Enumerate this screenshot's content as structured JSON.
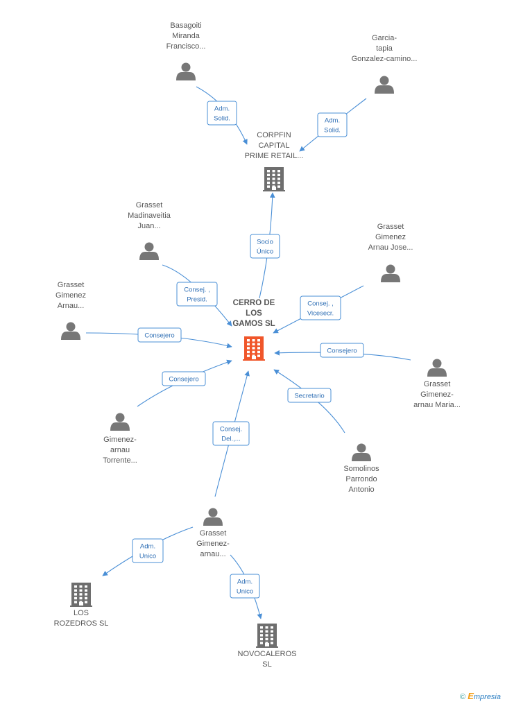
{
  "nodes": [
    {
      "id": "center",
      "kind": "company-main",
      "lines": [
        "CERRO DE",
        "LOS",
        "GAMOS SL"
      ]
    },
    {
      "id": "corpfin",
      "kind": "company",
      "lines": [
        "CORPFIN",
        "CAPITAL",
        "PRIME RETAIL..."
      ]
    },
    {
      "id": "losrozedros",
      "kind": "company",
      "lines": [
        "LOS",
        "ROZEDROS  SL"
      ]
    },
    {
      "id": "novocaleros",
      "kind": "company",
      "lines": [
        "NOVOCALEROS",
        "SL"
      ]
    },
    {
      "id": "basagoiti",
      "kind": "person",
      "lines": [
        "Basagoiti",
        "Miranda",
        "Francisco..."
      ]
    },
    {
      "id": "garciatapia",
      "kind": "person",
      "lines": [
        "Garcia-",
        "tapia",
        "Gonzalez-camino..."
      ]
    },
    {
      "id": "grassetmadinaveitia",
      "kind": "person",
      "lines": [
        "Grasset",
        "Madinaveitia",
        "Juan..."
      ]
    },
    {
      "id": "grassetarnaujose",
      "kind": "person",
      "lines": [
        "Grasset",
        "Gimenez",
        "Arnau Jose..."
      ]
    },
    {
      "id": "grassetarnau",
      "kind": "person",
      "lines": [
        "Grasset",
        "Gimenez",
        "Arnau..."
      ]
    },
    {
      "id": "grassetmaria",
      "kind": "person",
      "lines": [
        "Grasset",
        "Gimenez-",
        "arnau Maria..."
      ]
    },
    {
      "id": "torrente",
      "kind": "person",
      "lines": [
        "Gimenez-",
        "arnau",
        "Torrente..."
      ]
    },
    {
      "id": "somolinos",
      "kind": "person",
      "lines": [
        "Somolinos",
        "Parrondo",
        "Antonio"
      ]
    },
    {
      "id": "grassetbottom",
      "kind": "person",
      "lines": [
        "Grasset",
        "Gimenez-",
        "arnau..."
      ]
    }
  ],
  "edges": [
    {
      "from": "basagoiti",
      "to": "corpfin",
      "label": [
        "Adm.",
        "Solid."
      ]
    },
    {
      "from": "garciatapia",
      "to": "corpfin",
      "label": [
        "Adm.",
        "Solid."
      ]
    },
    {
      "from": "center",
      "to": "corpfin",
      "label": [
        "Socio",
        "Único"
      ]
    },
    {
      "from": "grassetmadinaveitia",
      "to": "center",
      "label": [
        "Consej. ,",
        "Presid."
      ]
    },
    {
      "from": "grassetarnaujose",
      "to": "center",
      "label": [
        "Consej. ,",
        "Vicesecr."
      ]
    },
    {
      "from": "grassetarnau",
      "to": "center",
      "label": [
        "Consejero"
      ]
    },
    {
      "from": "grassetmaria",
      "to": "center",
      "label": [
        "Consejero"
      ]
    },
    {
      "from": "torrente",
      "to": "center",
      "label": [
        "Consejero"
      ]
    },
    {
      "from": "somolinos",
      "to": "center",
      "label": [
        "Secretario"
      ]
    },
    {
      "from": "grassetbottom",
      "to": "center",
      "label": [
        "Consej.",
        "Del.,..."
      ]
    },
    {
      "from": "grassetbottom",
      "to": "losrozedros",
      "label": [
        "Adm.",
        "Unico"
      ]
    },
    {
      "from": "grassetbottom",
      "to": "novocaleros",
      "label": [
        "Adm.",
        "Unico"
      ]
    }
  ],
  "colors": {
    "edge": "#4a8fd6",
    "edge_label_text": "#2f6fb5",
    "person_icon": "#777777",
    "company_icon": "#6e6e6e",
    "main_company_icon": "#f0562a"
  },
  "footer": {
    "copyright": "©",
    "brand_first": "E",
    "brand_rest": "mpresia"
  }
}
